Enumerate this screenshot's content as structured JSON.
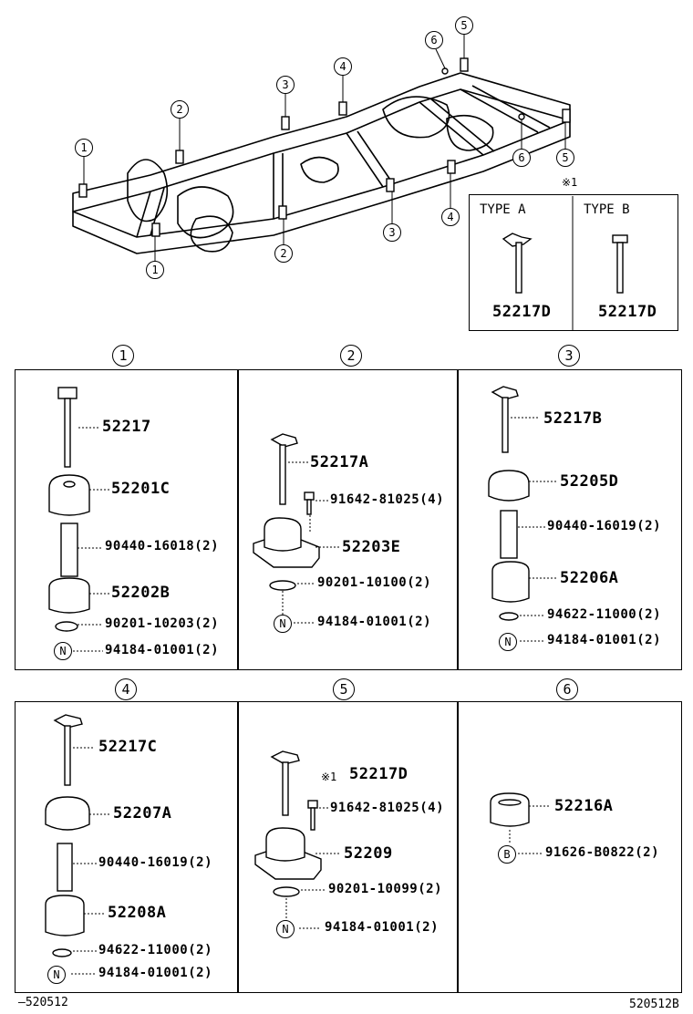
{
  "frame_callouts": [
    "1",
    "2",
    "3",
    "4",
    "5",
    "6"
  ],
  "note_mark": "※1",
  "type_box": {
    "type_a": {
      "label": "TYPE A",
      "part": "52217D"
    },
    "type_b": {
      "label": "TYPE B",
      "part": "52217D"
    }
  },
  "groups": {
    "g1": {
      "num": "1",
      "parts": [
        "52217",
        "52201C",
        "90440-16018(2)",
        "52202B",
        "90201-10203(2)",
        "94184-01001(2)"
      ],
      "marker": "N"
    },
    "g2": {
      "num": "2",
      "parts": [
        "52217A",
        "91642-81025(4)",
        "52203E",
        "90201-10100(2)",
        "94184-01001(2)"
      ],
      "marker": "N"
    },
    "g3": {
      "num": "3",
      "parts": [
        "52217B",
        "52205D",
        "90440-16019(2)",
        "52206A",
        "94622-11000(2)",
        "94184-01001(2)"
      ],
      "marker": "N"
    },
    "g4": {
      "num": "4",
      "parts": [
        "52217C",
        "52207A",
        "90440-16019(2)",
        "52208A",
        "94622-11000(2)",
        "94184-01001(2)"
      ],
      "marker": "N"
    },
    "g5": {
      "num": "5",
      "parts": [
        "52217D",
        "91642-81025(4)",
        "52209",
        "90201-10099(2)",
        "94184-01001(2)"
      ],
      "marker": "N"
    },
    "g6": {
      "num": "6",
      "parts": [
        "52216A",
        "91626-B0822(2)"
      ],
      "marker": "B"
    }
  },
  "footer": {
    "left": "520512",
    "right": "520512B"
  }
}
